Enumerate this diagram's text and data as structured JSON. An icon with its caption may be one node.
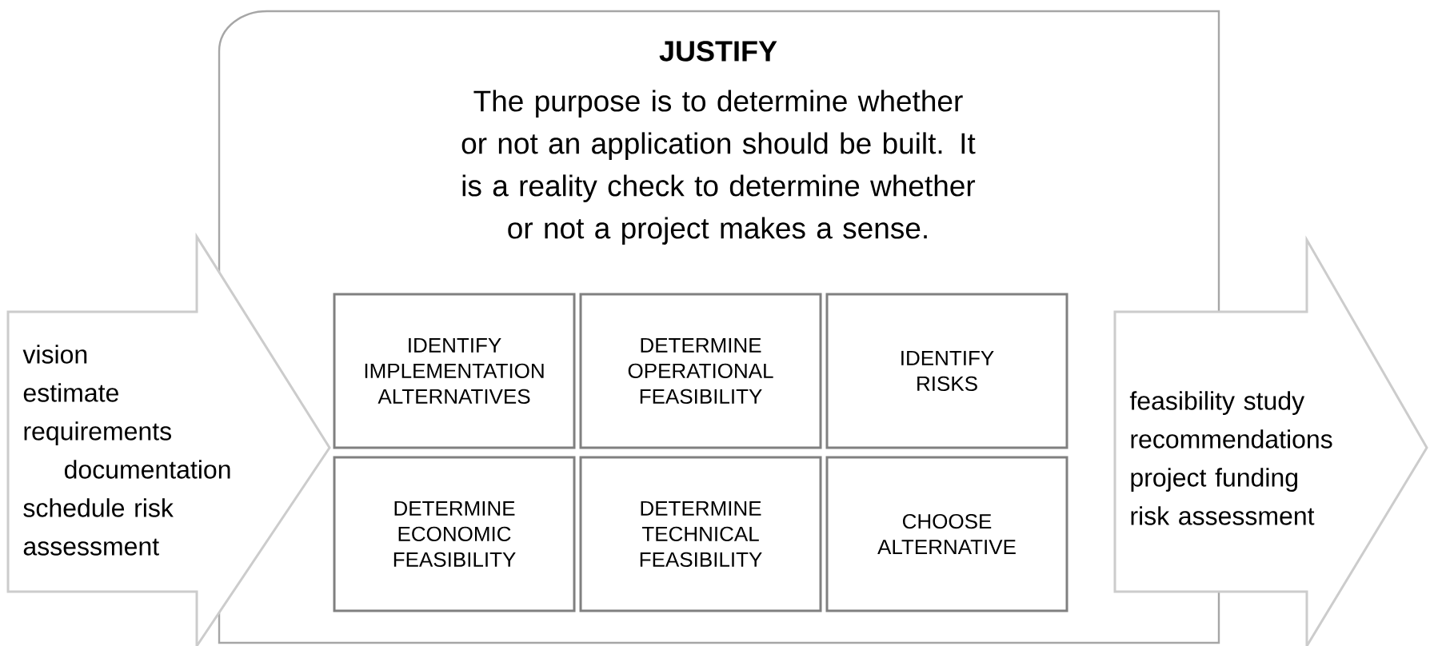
{
  "diagram": {
    "nodes": [
      {
        "text": [
          "vision",
          "estimate",
          "requirements documentation",
          "schedule risk assessment"
        ]
      },
      {
        "text": [
          "JUSTIFY",
          "The purpose is to determine whether or not an application should be built. It is a reality check to determine whether or not a project makes a sense."
        ]
      },
      {
        "text": [
          "IDENTIFY IMPLEMENTATION ALTERNATIVES"
        ],
        "in": 1
      },
      {
        "text": [
          "DETERMINE OPERATIONAL FEASIBILITY"
        ],
        "in": 1
      },
      {
        "text": [
          "IDENTIFY RISKS"
        ],
        "in": 1
      },
      {
        "text": [
          "DETERMINE ECONOMIC FEASIBILITY"
        ],
        "in": 1
      },
      {
        "text": [
          "DETERMINE TECHNICAL FEASIBILITY"
        ],
        "in": 1
      },
      {
        "text": [
          "CHOOSE ALTERNATIVE"
        ],
        "in": 1
      },
      {
        "text": [
          "feasibility study",
          "recommendations",
          "project funding",
          "risk assessment"
        ]
      }
    ]
  }
}
